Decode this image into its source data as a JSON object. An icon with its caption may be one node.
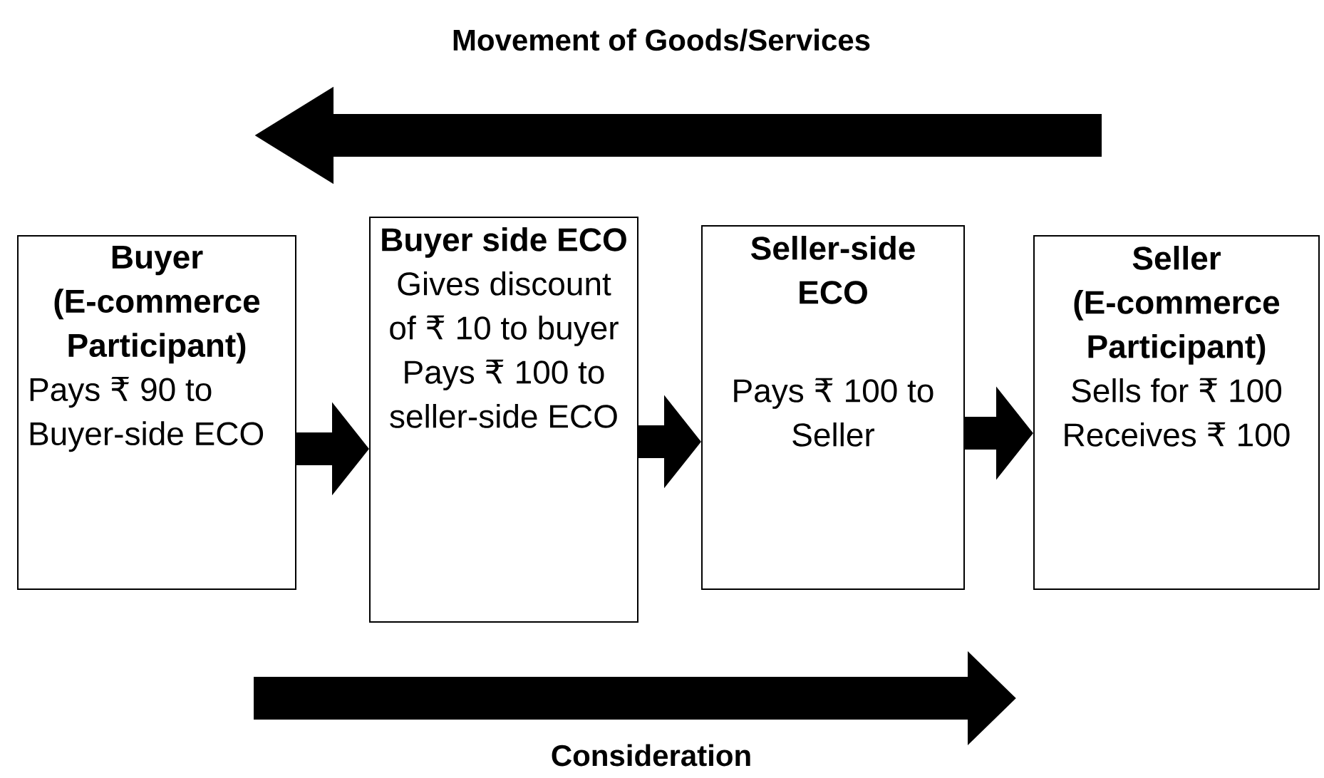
{
  "diagram": {
    "nodes": [
      {
        "text": [
          "Buyer (E-commerce Participant)",
          "Pays ₹ 90 to Buyer-side ECO"
        ]
      },
      {
        "text": [
          "**Buyer side ECO** Gives discount of ₹ 10 to buyer Pays ₹ 100 to seller-side ECO"
        ]
      },
      {
        "text": [
          "Seller-side ECO",
          "Pays ₹ 100 to Seller"
        ]
      },
      {
        "text": [
          "Seller (E-commerce Participant)",
          "Sells for ₹ 100 Receives ₹ 100"
        ]
      }
    ],
    "edges": [
      {
        "from": 0,
        "to": 1,
        "arrow": "to"
      },
      {
        "from": 1,
        "to": 2,
        "arrow": "to"
      },
      {
        "from": 2,
        "to": 3,
        "arrow": "to"
      }
    ],
    "labels": [
      "Movement of Goods/Services",
      "Consideration"
    ]
  }
}
